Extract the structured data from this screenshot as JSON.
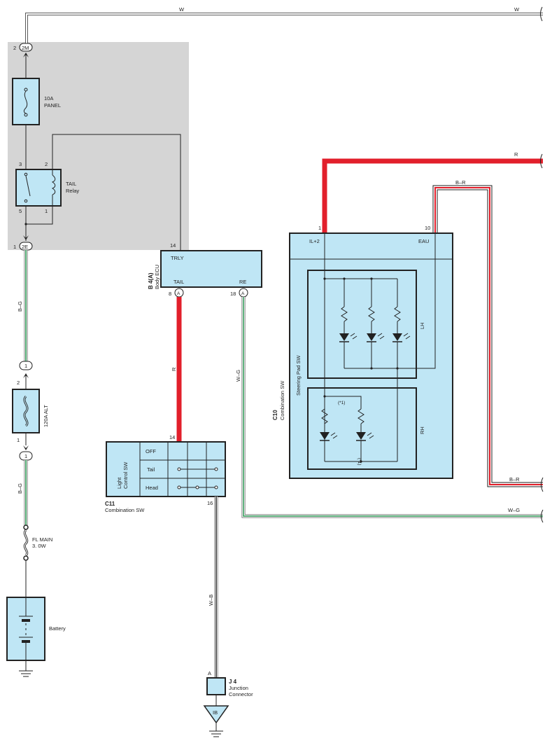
{
  "colors": {
    "panel_gray": "#d5d5d5",
    "box_fill": "#bfe6f5",
    "wire_red": "#e21f2b",
    "wire_green": "#2f9a57",
    "wire_black": "#1e1e1e",
    "wire_white": "#ffffff",
    "wire_outline": "#5a5a5a",
    "line": "#222222"
  },
  "wires": {
    "w_left": "W",
    "w_right": "W",
    "r_top": "R",
    "br_top": "B–R",
    "br_right": "B–R",
    "wg_right": "W–G",
    "bg_upper": "B–G",
    "bg_lower": "B–G",
    "r_mid": "R",
    "wg_mid": "W–G",
    "wb": "W–B"
  },
  "connectors": {
    "c2m": "2M",
    "c2m_pin": "2",
    "c2e": "2E",
    "c2e_pin": "1",
    "j1a": "1",
    "j1b": "1",
    "ib": "IB",
    "a_tail": "A",
    "a_re": "A"
  },
  "fuses": {
    "panel": {
      "rating": "10A",
      "name": "PANEL"
    },
    "alt": {
      "label": "120A ALT",
      "pin_top": "2",
      "pin_bottom": "1"
    },
    "fl_main": {
      "line1": "FL MAIN",
      "line2": "3. 0W"
    }
  },
  "relay": {
    "name": "TAIL",
    "name2": "Relay",
    "pin3": "3",
    "pin2": "2",
    "pin5": "5",
    "pin1": "1"
  },
  "ecu": {
    "id": "B 4(A)",
    "name": "Body ECU",
    "trly": "TRLY",
    "trly_pin": "14",
    "tail": "TAIL",
    "tail_pin": "8",
    "re": "RE",
    "re_pin": "18"
  },
  "combo_sw_c10": {
    "id": "C10",
    "name": "Combination SW",
    "sub": "Steering Pad SW",
    "il2": "IL+2",
    "il2_pin": "1",
    "eau": "EAU",
    "eau_pin": "10",
    "lh": "LH",
    "rh": "RH",
    "note_top": "(*1)",
    "note_bottom": "(*1)"
  },
  "combo_sw_c11": {
    "id": "C11",
    "name": "Combination SW",
    "side": "Light\nControl SW",
    "side1": "Light",
    "side2": "Control SW",
    "off": "OFF",
    "tail": "Tail",
    "head": "Head",
    "pin_in": "14",
    "pin_out": "16"
  },
  "junction": {
    "id": "J 4",
    "name1": "Junction",
    "name2": "Connector",
    "pin": "A"
  },
  "battery": {
    "label": "Battery"
  }
}
